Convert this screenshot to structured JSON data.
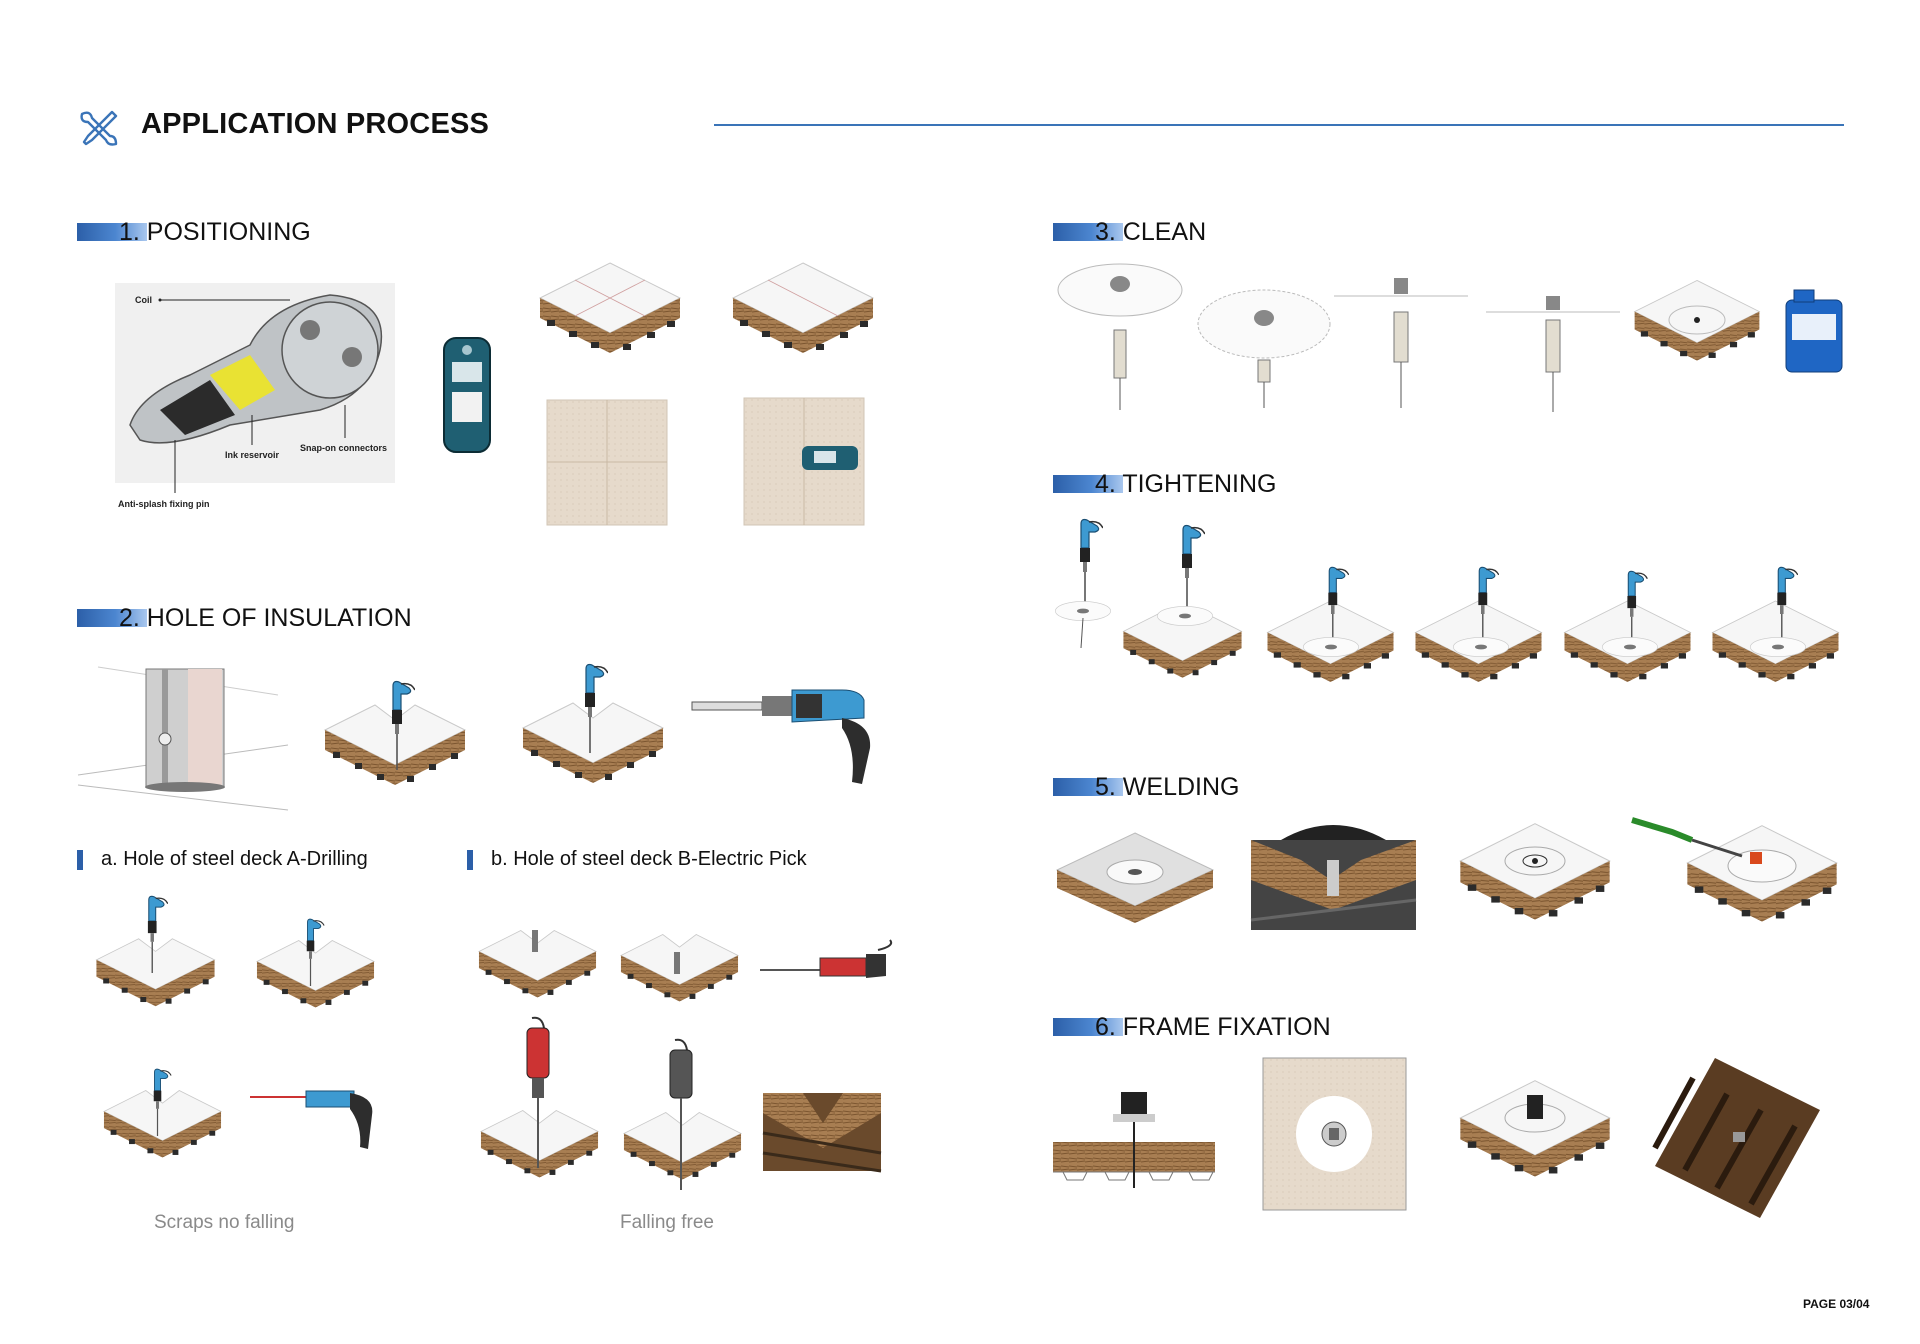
{
  "header": {
    "title": "APPLICATION PROCESS",
    "icon": "tools-icon",
    "accent": "#3a74b8"
  },
  "sections": {
    "positioning": {
      "title": "1. POSITIONING",
      "labels": {
        "coil": "Coil",
        "snap": "Snap-on connectors",
        "ink": "Ink reservoir",
        "pin": "Anti-splash fixing pin"
      }
    },
    "hole": {
      "title": "2. HOLE OF INSULATION",
      "sub_a": "a. Hole of steel deck A-Drilling",
      "sub_b": "b. Hole of steel deck B-Electric Pick",
      "caption_a": "Scraps no falling",
      "caption_b": "Falling free"
    },
    "clean": {
      "title": "3. CLEAN"
    },
    "tightening": {
      "title": "4. TIGHTENING"
    },
    "welding": {
      "title": "5. WELDING"
    },
    "frame": {
      "title": "6. FRAME FIXATION"
    }
  },
  "footer": {
    "page": "PAGE 03/04"
  }
}
